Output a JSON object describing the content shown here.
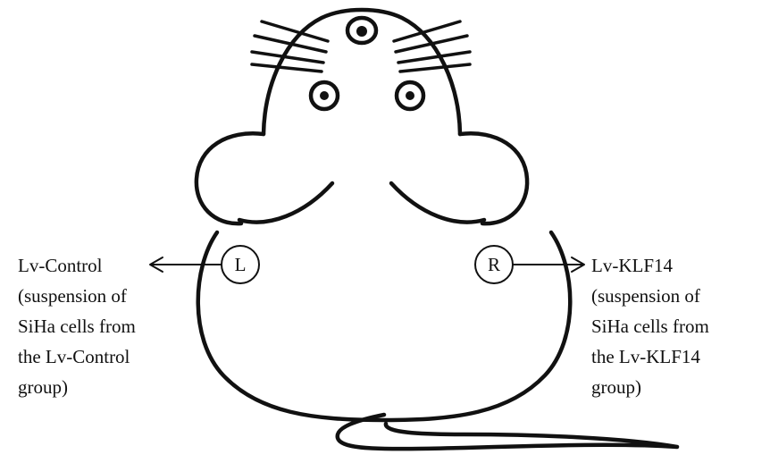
{
  "markers": {
    "left": "L",
    "right": "R"
  },
  "labels": {
    "left": {
      "title": "Lv-Control",
      "lines": [
        "(suspension of",
        "SiHa cells from",
        "the Lv-Control",
        "group)"
      ]
    },
    "right": {
      "title": "Lv-KLF14",
      "lines": [
        "(suspension of",
        "SiHa cells from",
        "the Lv-KLF14",
        "group)"
      ]
    }
  },
  "colors": {
    "stroke": "#111111",
    "background": "#ffffff"
  }
}
